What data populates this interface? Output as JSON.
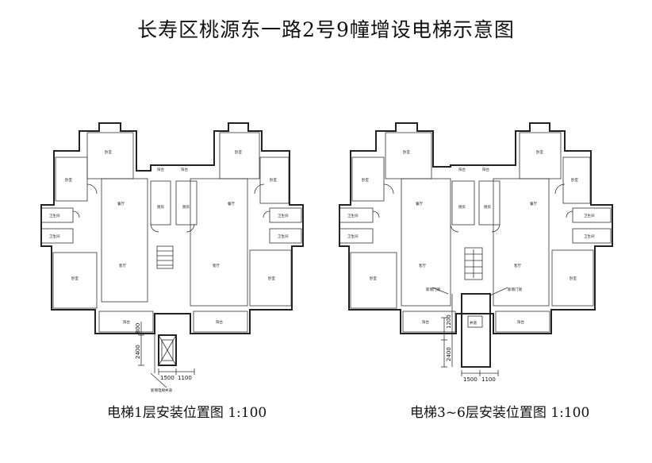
{
  "title": "长寿区桃源东一路2号9幢增设电梯示意图",
  "captions": {
    "left": "电梯1层安装位置图  1:100",
    "right": "电梯3~6层安装位置图  1:100"
  },
  "rooms": {
    "bedroom": "卧室",
    "kitchen": "厨房",
    "dining": "餐厅",
    "living": "客厅",
    "bathroom": "卫生间",
    "balcony": "阳台"
  },
  "dims": {
    "w1": "1500",
    "w2": "1100",
    "h1": "2400",
    "h2": "1200",
    "h3": "800"
  },
  "notes": {
    "pit": "新增电梯井道",
    "shaft": "井道",
    "new_door": "新增门洞"
  },
  "colors": {
    "line": "#222222",
    "hatch": "#555555",
    "background": "#ffffff"
  }
}
